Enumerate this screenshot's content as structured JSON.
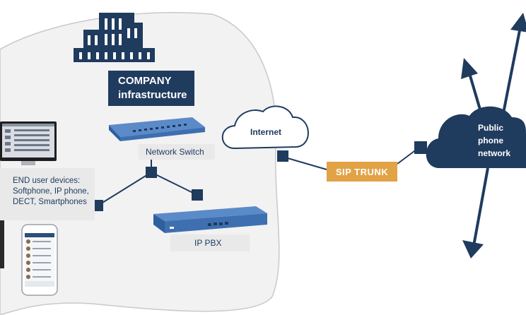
{
  "company": {
    "line1": "COMPANY",
    "line2": "infrastructure"
  },
  "switch": {
    "label": "Network Switch"
  },
  "internet": {
    "label": "Internet"
  },
  "end_user": {
    "line1": "END user devices:",
    "line2": "Softphone, IP phone,",
    "line3": "DECT, Smartphones"
  },
  "pbx": {
    "label": "IP PBX"
  },
  "sip": {
    "label": "SIP TRUNK"
  },
  "public": {
    "line1": "Public",
    "line2": "phone",
    "line3": "network"
  },
  "colors": {
    "navy": "#1f3b5e",
    "orange": "#e2a246",
    "blob": "#f2f2f3",
    "device_blue": "#3e6fb0"
  },
  "icons": [
    "building-icon",
    "network-switch-icon",
    "internet-cloud-icon",
    "desktop-computer-icon",
    "smartphone-icon",
    "ip-pbx-icon",
    "public-network-cloud-icon"
  ]
}
